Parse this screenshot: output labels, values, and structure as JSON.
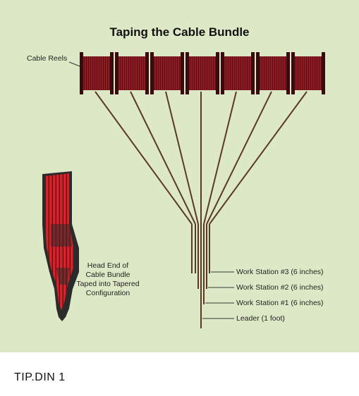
{
  "title": "Taping the Cable Bundle",
  "reels_label": "Cable Reels",
  "head_label_lines": [
    "Head End of",
    "Cable Bundle",
    "Taped into Tapered",
    "Configuration"
  ],
  "callouts": {
    "ws3": "Work Station #3 (6 inches)",
    "ws2": "Work Station #2 (6 inches)",
    "ws1": "Work Station #1 (6 inches)",
    "leader": "Leader (1 foot)"
  },
  "caption": "TIP.DIN 1",
  "colors": {
    "background": "#dde9c6",
    "reel": "#8e1a22",
    "reel_dark": "#3a0a0e",
    "cable": "#5a3a24",
    "bundle_red": "#cc1d20",
    "bundle_tape": "#2b2b2b"
  }
}
